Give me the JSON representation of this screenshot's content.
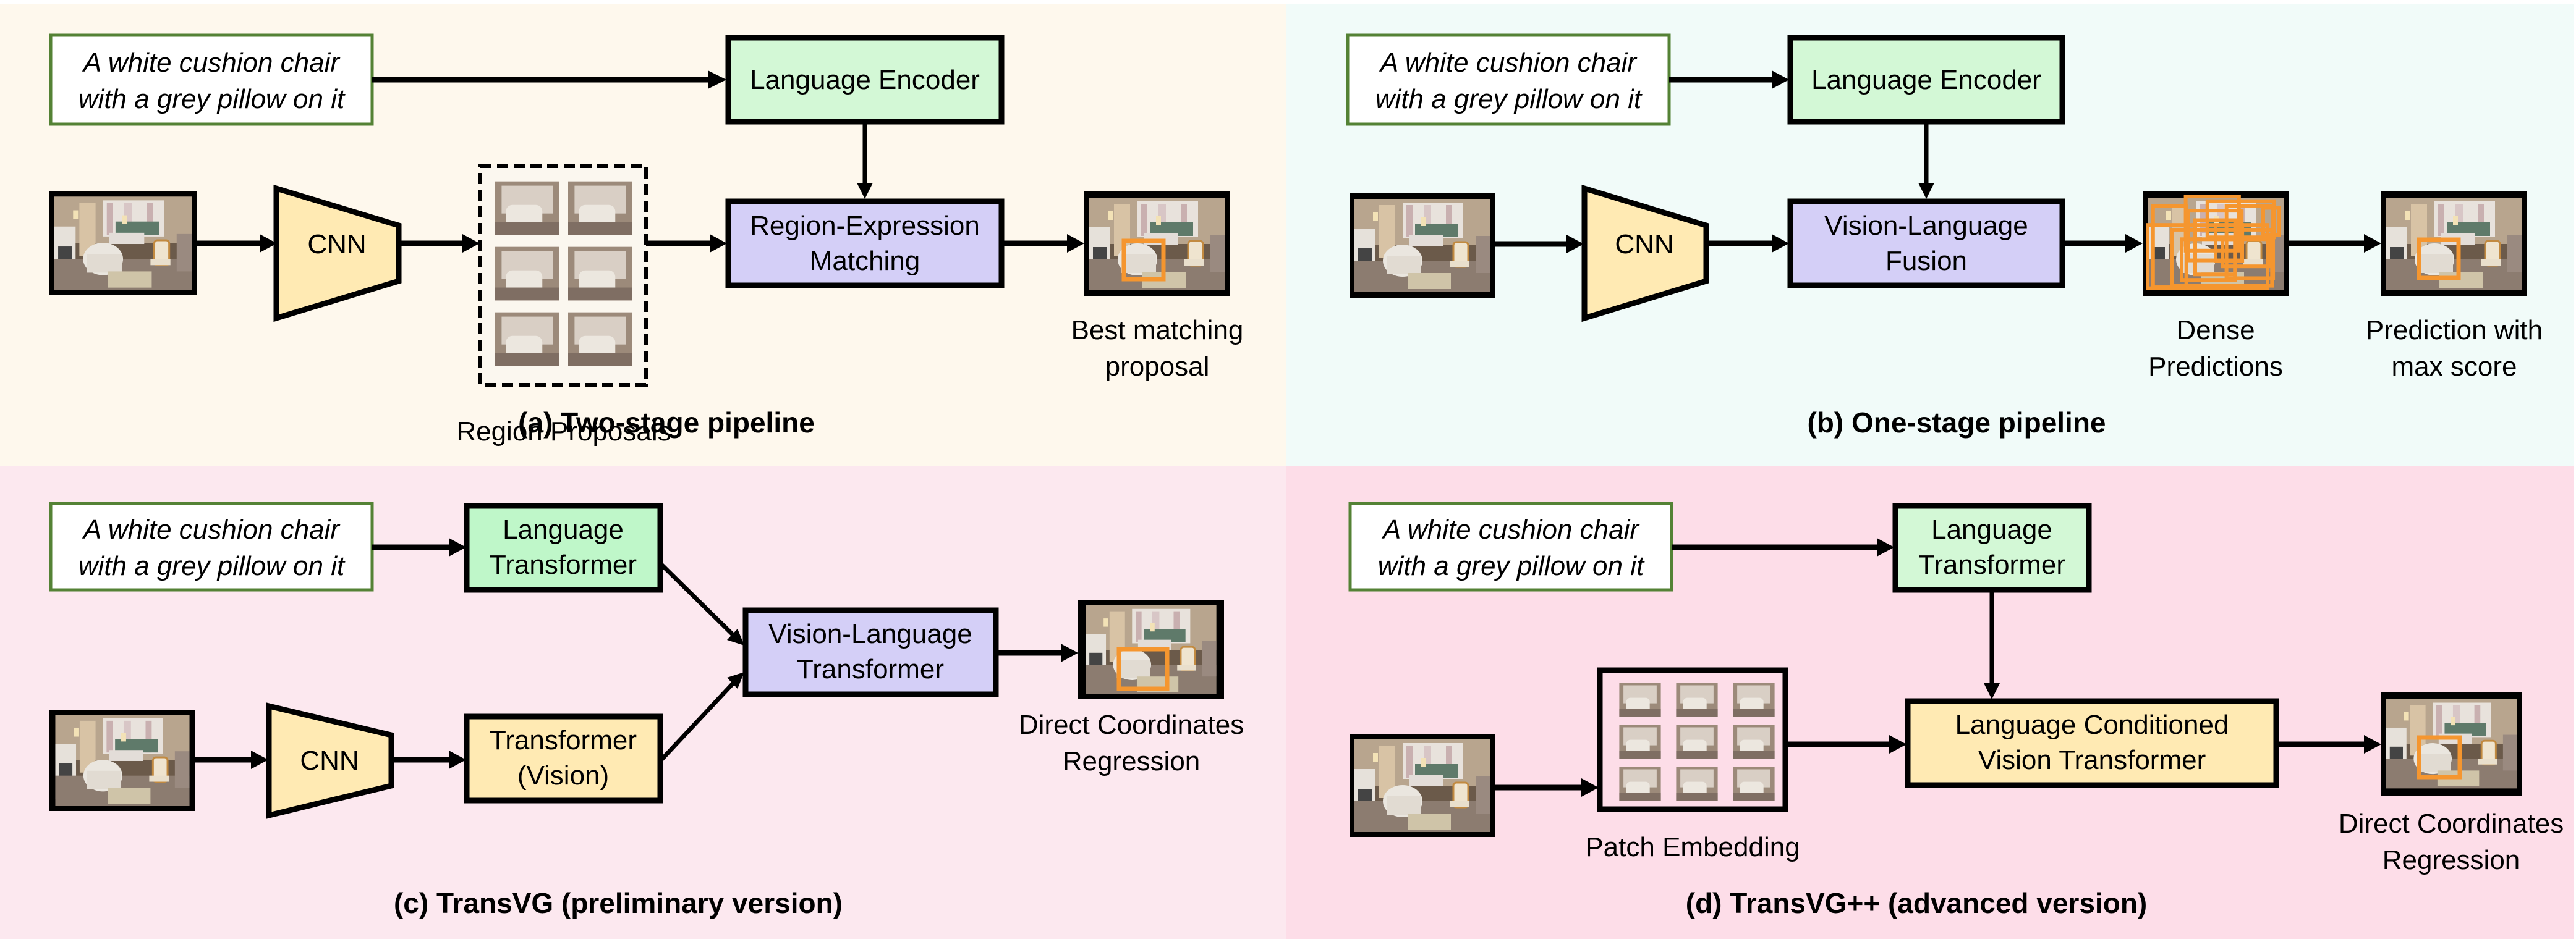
{
  "colors": {
    "panel_a_bg": "#fef8ed",
    "panel_b_bg": "#f1fbf9",
    "panel_c_bg": "#fce8ef",
    "panel_d_bg": "#fddde8",
    "language_block": "#d3f8d6",
    "language_block_c": "#bff7c9",
    "fusion_block": "#d4cff7",
    "vision_block": "#ffeab3",
    "query_border": "#548235",
    "bbox_orange": "#f5962f"
  },
  "query": {
    "line1": "A white cushion chair",
    "line2": "with a grey pillow on it"
  },
  "panels": {
    "a": {
      "title": "(a) Two-stage pipeline",
      "cnn": "CNN",
      "language_encoder": "Language Encoder",
      "matching_line1": "Region-Expression",
      "matching_line2": "Matching",
      "region_proposals": "Region Proposals",
      "output_line1": "Best matching",
      "output_line2": "proposal"
    },
    "b": {
      "title": "(b) One-stage pipeline",
      "cnn": "CNN",
      "language_encoder": "Language Encoder",
      "fusion_line1": "Vision-Language",
      "fusion_line2": "Fusion",
      "dense_line1": "Dense",
      "dense_line2": "Predictions",
      "output_line1": "Prediction with",
      "output_line2": "max score"
    },
    "c": {
      "title": "(c) TransVG (preliminary version)",
      "cnn": "CNN",
      "language_line1": "Language",
      "language_line2": "Transformer",
      "vision_line1": "Transformer",
      "vision_line2": "(Vision)",
      "vl_line1": "Vision-Language",
      "vl_line2": "Transformer",
      "output_line1": "Direct Coordinates",
      "output_line2": "Regression"
    },
    "d": {
      "title": "(d) TransVG++ (advanced version)",
      "language_line1": "Language",
      "language_line2": "Transformer",
      "patch_embedding": "Patch Embedding",
      "lcvt_line1": "Language Conditioned",
      "lcvt_line2": "Vision Transformer",
      "output_line1": "Direct Coordinates",
      "output_line2": "Regression"
    }
  }
}
